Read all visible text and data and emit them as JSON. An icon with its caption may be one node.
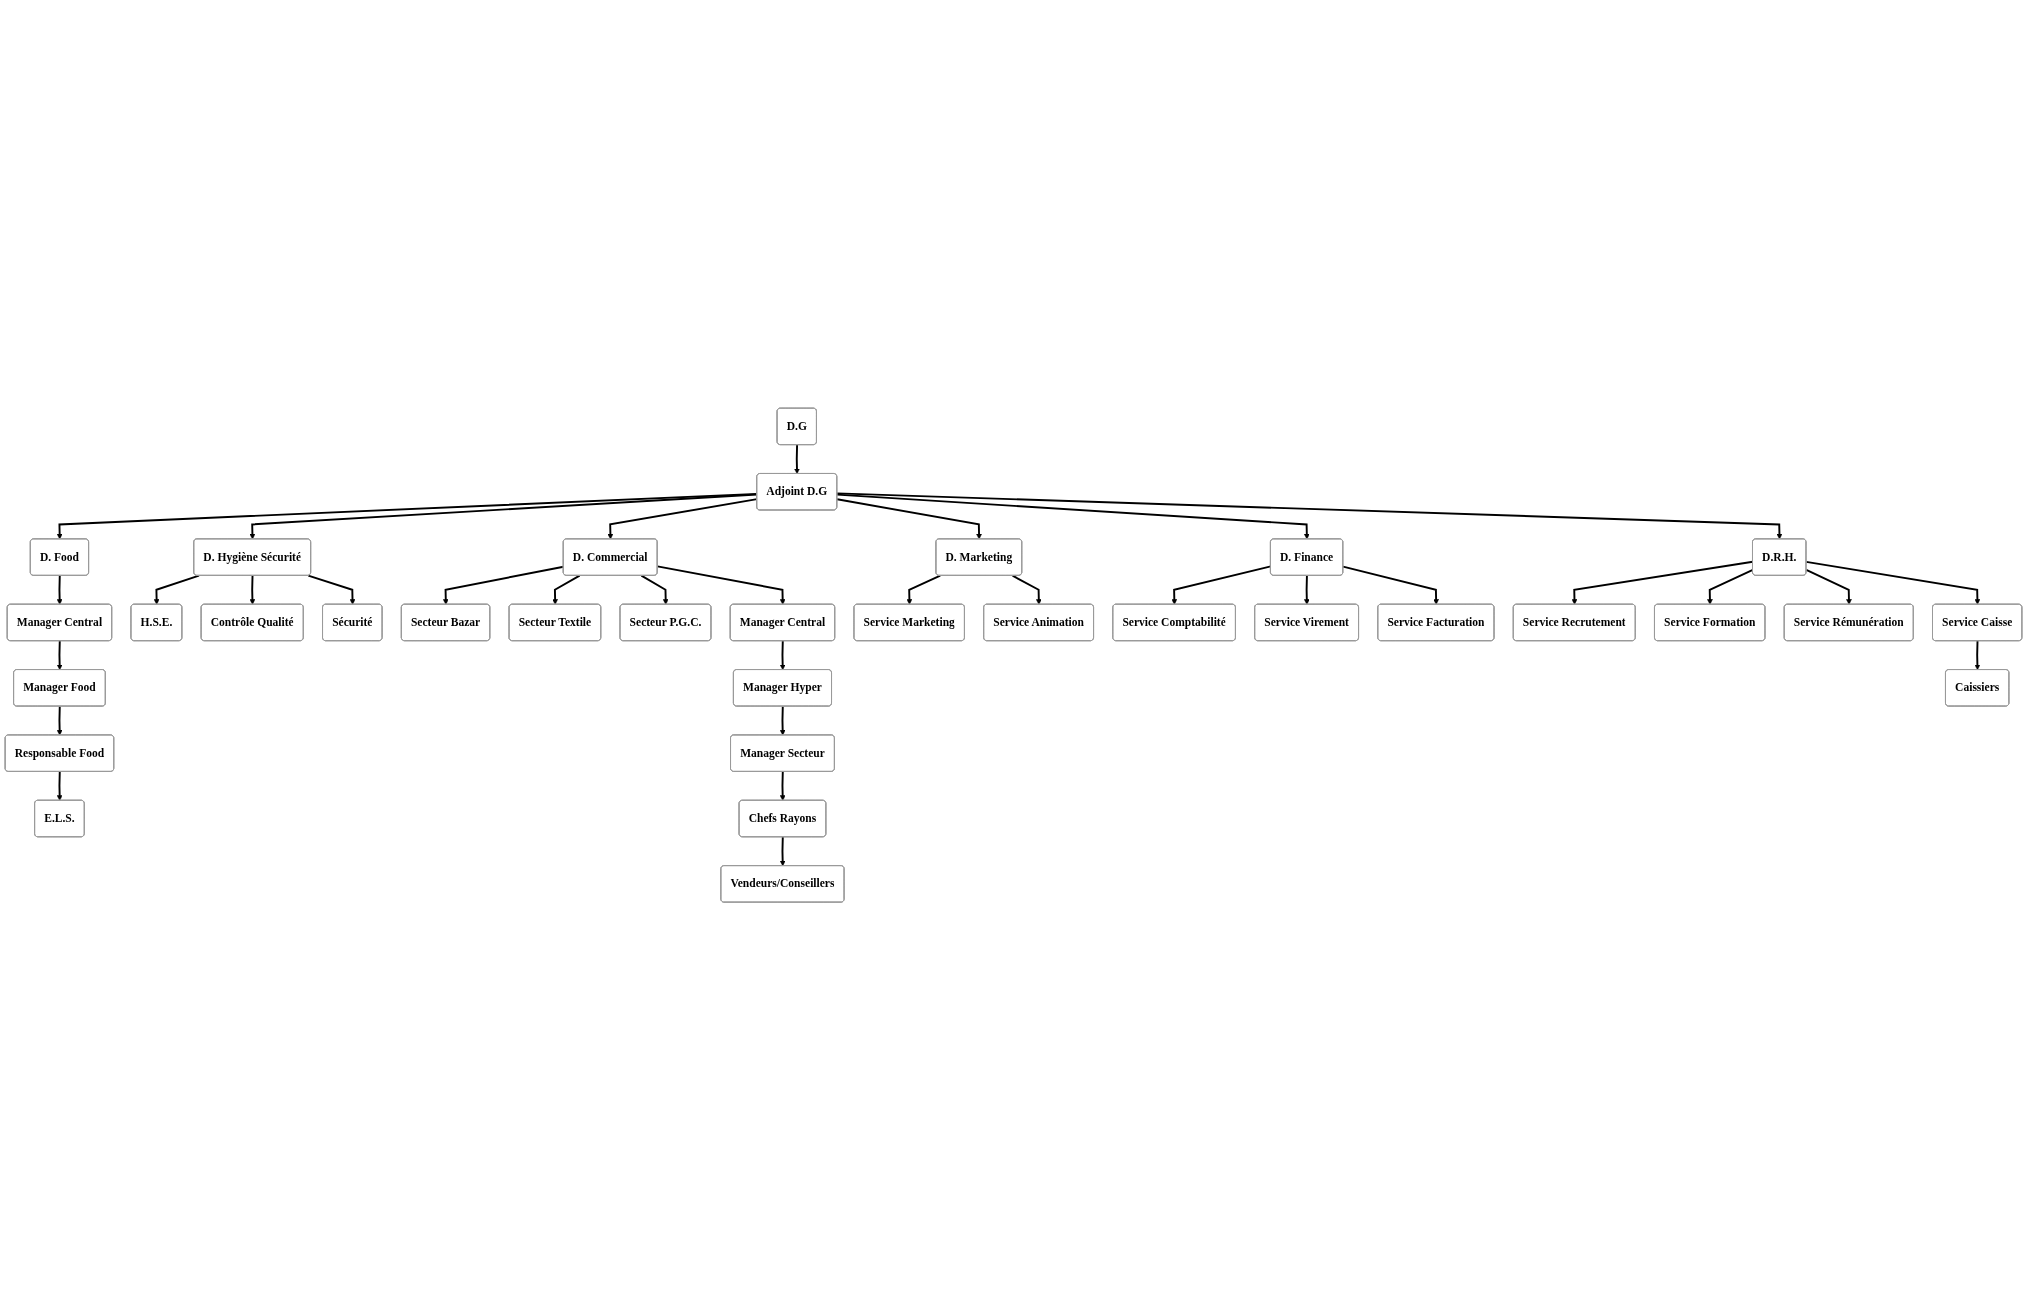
{
  "diagram": {
    "nodes": [
      {
        "text": [
          "D.G"
        ]
      },
      {
        "text": [
          "Adjoint D.G"
        ]
      },
      {
        "text": [
          "D. Food"
        ]
      },
      {
        "text": [
          "D. Hygiène Sécurité"
        ]
      },
      {
        "text": [
          "D. Commercial"
        ]
      },
      {
        "text": [
          "D. Marketing"
        ]
      },
      {
        "text": [
          "D. Finance"
        ]
      },
      {
        "text": [
          "D.R.H."
        ]
      },
      {
        "text": [
          "Manager Central"
        ]
      },
      {
        "text": [
          "Manager Food"
        ]
      },
      {
        "text": [
          "Responsable Food"
        ]
      },
      {
        "text": [
          "E.L.S."
        ]
      },
      {
        "text": [
          "H.S.E."
        ]
      },
      {
        "text": [
          "Contrôle Qualité"
        ]
      },
      {
        "text": [
          "Sécurité"
        ]
      },
      {
        "text": [
          "Secteur Bazar"
        ]
      },
      {
        "text": [
          "Secteur Textile"
        ]
      },
      {
        "text": [
          "Secteur P.G.C."
        ]
      },
      {
        "text": [
          "Manager Central"
        ]
      },
      {
        "text": [
          "Manager Hyper"
        ]
      },
      {
        "text": [
          "Manager Secteur"
        ]
      },
      {
        "text": [
          "Chefs Rayons"
        ]
      },
      {
        "text": [
          "Vendeurs/Conseillers"
        ]
      },
      {
        "text": [
          "Service Marketing"
        ]
      },
      {
        "text": [
          "Service Animation"
        ]
      },
      {
        "text": [
          "Service Comptabilité"
        ]
      },
      {
        "text": [
          "Service Virement"
        ]
      },
      {
        "text": [
          "Service Facturation"
        ]
      },
      {
        "text": [
          "Service Recrutement"
        ]
      },
      {
        "text": [
          "Service Formation"
        ]
      },
      {
        "text": [
          "Service Rémunération"
        ]
      },
      {
        "text": [
          "Service Caisse"
        ]
      },
      {
        "text": [
          "Caissiers"
        ]
      }
    ],
    "edges": [
      {
        "from": 0,
        "to": 1,
        "arrow": "to"
      },
      {
        "from": 1,
        "to": 2,
        "arrow": "to"
      },
      {
        "from": 1,
        "to": 3,
        "arrow": "to"
      },
      {
        "from": 1,
        "to": 4,
        "arrow": "to"
      },
      {
        "from": 1,
        "to": 5,
        "arrow": "to"
      },
      {
        "from": 1,
        "to": 6,
        "arrow": "to"
      },
      {
        "from": 1,
        "to": 7,
        "arrow": "to"
      },
      {
        "from": 2,
        "to": 8,
        "arrow": "to"
      },
      {
        "from": 8,
        "to": 9,
        "arrow": "to"
      },
      {
        "from": 9,
        "to": 10,
        "arrow": "to"
      },
      {
        "from": 10,
        "to": 11,
        "arrow": "to"
      },
      {
        "from": 3,
        "to": 12,
        "arrow": "to"
      },
      {
        "from": 3,
        "to": 13,
        "arrow": "to"
      },
      {
        "from": 3,
        "to": 14,
        "arrow": "to"
      },
      {
        "from": 4,
        "to": 15,
        "arrow": "to"
      },
      {
        "from": 4,
        "to": 16,
        "arrow": "to"
      },
      {
        "from": 4,
        "to": 17,
        "arrow": "to"
      },
      {
        "from": 4,
        "to": 18,
        "arrow": "to"
      },
      {
        "from": 18,
        "to": 19,
        "arrow": "to"
      },
      {
        "from": 19,
        "to": 20,
        "arrow": "to"
      },
      {
        "from": 20,
        "to": 21,
        "arrow": "to"
      },
      {
        "from": 21,
        "to": 22,
        "arrow": "to"
      },
      {
        "from": 5,
        "to": 23,
        "arrow": "to"
      },
      {
        "from": 5,
        "to": 24,
        "arrow": "to"
      },
      {
        "from": 6,
        "to": 25,
        "arrow": "to"
      },
      {
        "from": 6,
        "to": 26,
        "arrow": "to"
      },
      {
        "from": 6,
        "to": 27,
        "arrow": "to"
      },
      {
        "from": 7,
        "to": 28,
        "arrow": "to"
      },
      {
        "from": 7,
        "to": 29,
        "arrow": "to"
      },
      {
        "from": 7,
        "to": 30,
        "arrow": "to"
      },
      {
        "from": 7,
        "to": 31,
        "arrow": "to"
      },
      {
        "from": 31,
        "to": 32,
        "arrow": "to"
      }
    ]
  }
}
